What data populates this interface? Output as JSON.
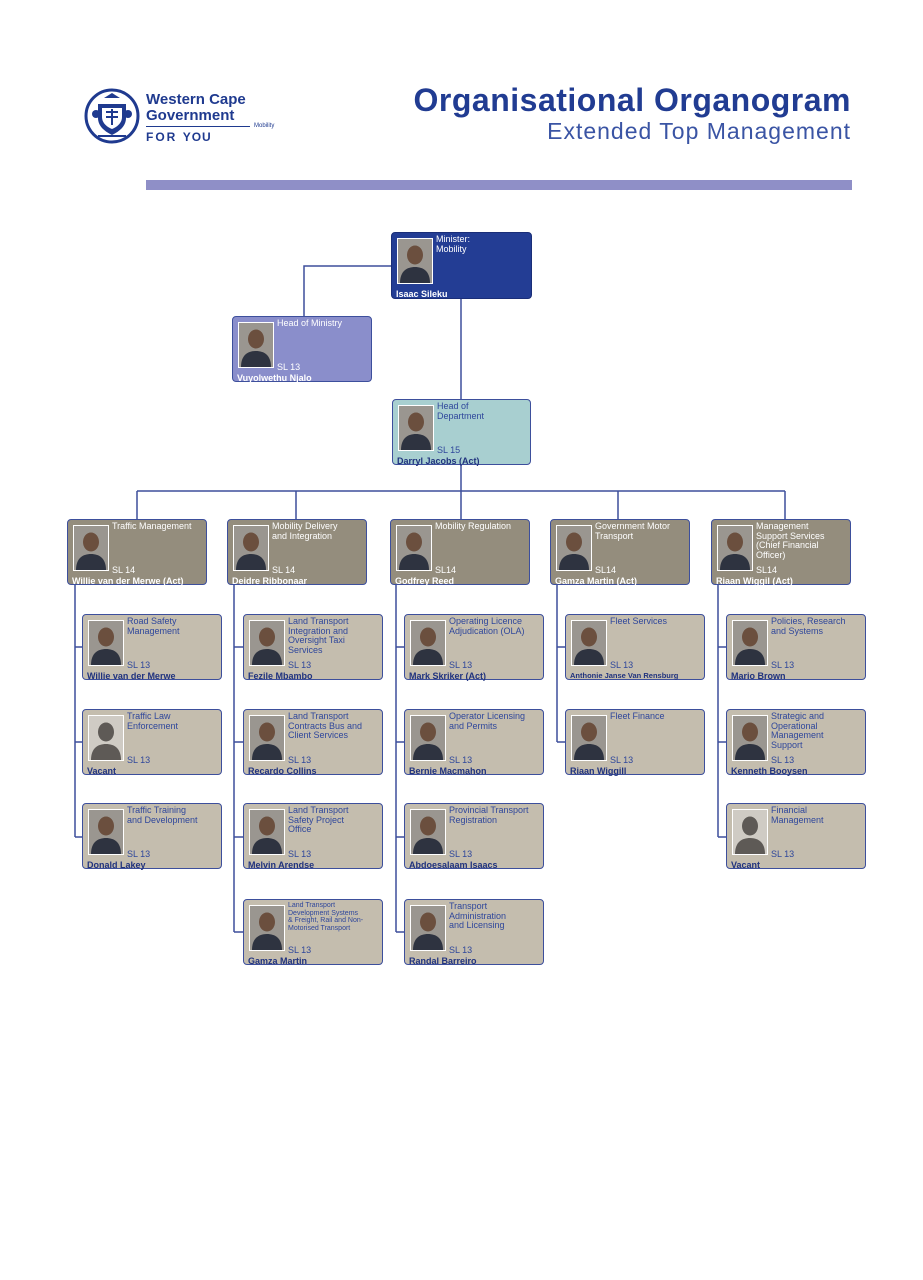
{
  "brand": {
    "line1": "Western Cape",
    "line2": "Government",
    "for": "FOR",
    "you": "YOU",
    "dept": "Mobility",
    "shield_color": "#1f3a8f"
  },
  "header": {
    "title": "Organisational Organogram",
    "subtitle": "Extended Top Management",
    "accent_color": "#213c92",
    "bar_color": "#8f8fc7"
  },
  "colors": {
    "minister": "#233d94",
    "head_of_ministry": "#8a8ecb",
    "head_of_department": "#a8cfd0",
    "director": "#948d7d",
    "unit": "#c4bdae",
    "connector": "#3d4f9c"
  },
  "org": {
    "minister": {
      "title": "Minister:\nMobility",
      "sl": "",
      "name": "Isaac Sileku"
    },
    "head_of_ministry": {
      "title": "Head of Ministry",
      "sl": "SL 13",
      "name": "Vuyolwethu Njalo"
    },
    "head_of_department": {
      "title": "Head of\nDepartment",
      "sl": "SL 15",
      "name": "Darryl Jacobs (Act)"
    },
    "directorates": [
      {
        "title": "Traffic Management",
        "sl": "SL 14",
        "name": "Willie van der Merwe (Act)",
        "units": [
          {
            "title": "Road Safety\nManagement",
            "sl": "SL 13",
            "name": "Willie van der Merwe"
          },
          {
            "title": "Traffic Law\nEnforcement",
            "sl": "SL 13",
            "name": "Vacant"
          },
          {
            "title": "Traffic Training\nand Development",
            "sl": "SL 13",
            "name": "Donald Lakey"
          }
        ]
      },
      {
        "title": "Mobility Delivery\nand Integration",
        "sl": "SL 14",
        "name": "Deidre Ribbonaar",
        "units": [
          {
            "title": "Land Transport\nIntegration and\nOversight Taxi\nServices",
            "sl": "SL 13",
            "name": "Fezile Mbambo"
          },
          {
            "title": "Land Transport\nContracts Bus and\nClient Services",
            "sl": "SL 13",
            "name": "Recardo Collins"
          },
          {
            "title": "Land Transport\nSafety Project\nOffice",
            "sl": "SL 13",
            "name": "Melvin Arendse"
          },
          {
            "title": "Land Transport\nDevelopment Systems\n& Freight, Rail and Non-\nMotorised Transport",
            "sl": "SL 13",
            "name": "Gamza Martin"
          }
        ]
      },
      {
        "title": "Mobility Regulation",
        "sl": "SL14",
        "name": "Godfrey Reed",
        "units": [
          {
            "title": "Operating Licence\nAdjudication (OLA)",
            "sl": "SL 13",
            "name": "Mark Skriker (Act)"
          },
          {
            "title": "Operator Licensing\nand Permits",
            "sl": "SL 13",
            "name": "Bernie Macmahon"
          },
          {
            "title": "Provincial Transport\nRegistration",
            "sl": "SL 13",
            "name": "Abdoesalaam Isaacs"
          },
          {
            "title": "Transport\nAdministration\nand Licensing",
            "sl": "SL 13",
            "name": "Randal Barreiro"
          }
        ]
      },
      {
        "title": "Government Motor\nTransport",
        "sl": "SL14",
        "name": "Gamza Martin (Act)",
        "units": [
          {
            "title": "Fleet Services",
            "sl": "SL 13",
            "name": "Anthonie Janse Van Rensburg"
          },
          {
            "title": "Fleet Finance",
            "sl": "SL 13",
            "name": "Riaan Wiggill"
          }
        ]
      },
      {
        "title": "Management\nSupport Services\n(Chief Financial Officer)",
        "sl": "SL14",
        "name": "Riaan Wiggil (Act)",
        "units": [
          {
            "title": "Policies, Research\nand Systems",
            "sl": "SL 13",
            "name": "Mario Brown"
          },
          {
            "title": "Strategic and\nOperational\nManagement\nSupport",
            "sl": "SL 13",
            "name": "Kenneth Booysen"
          },
          {
            "title": "Financial\nManagement",
            "sl": "SL 13",
            "name": "Vacant"
          }
        ]
      }
    ]
  }
}
